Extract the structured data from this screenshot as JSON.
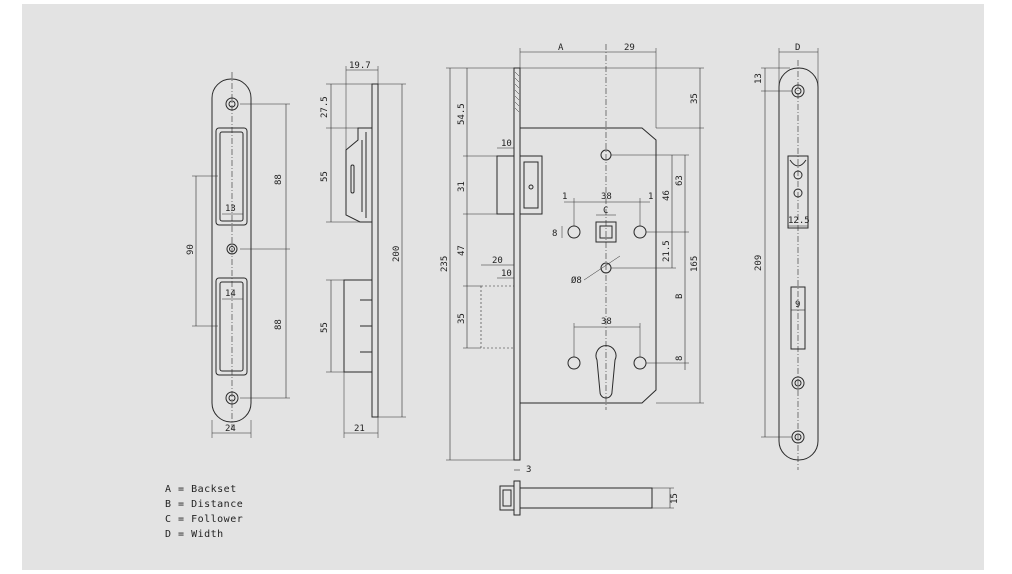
{
  "colors": {
    "paper": "#e3e3e3",
    "border": "#ffffff",
    "ink": "#2a2a2a"
  },
  "dims": {
    "v1_13": "13",
    "v1_88a": "88",
    "v1_90": "90",
    "v1_14": "14",
    "v1_88b": "88",
    "v1_24": "24",
    "v2_19_7": "19.7",
    "v2_27_5": "27.5",
    "v2_55a": "55",
    "v2_200": "200",
    "v2_55b": "55",
    "v2_21": "21",
    "v3_A": "A",
    "v3_29": "29",
    "v3_35top": "35",
    "v3_54_5": "54.5",
    "v3_10a": "10",
    "v3_31": "31",
    "v3_63": "63",
    "v3_1a": "1",
    "v3_38a": "38",
    "v3_1b": "1",
    "v3_C": "C",
    "v3_46": "46",
    "v3_8a": "8",
    "v3_21_5": "21.5",
    "v3_235": "235",
    "v3_47": "47",
    "v3_20": "20",
    "v3_10b": "10",
    "v3_165": "165",
    "v3_phi8": "Ø8",
    "v3_B": "B",
    "v3_35b": "35",
    "v3_38b": "38",
    "v3_8b": "8",
    "v3_3": "3",
    "v3_15": "15",
    "v4_D": "D",
    "v4_13": "13",
    "v4_209": "209",
    "v4_12_5": "12.5",
    "v4_9": "9"
  },
  "legend": [
    "A = Backset",
    "B = Distance",
    "C = Follower",
    "D = Width"
  ]
}
